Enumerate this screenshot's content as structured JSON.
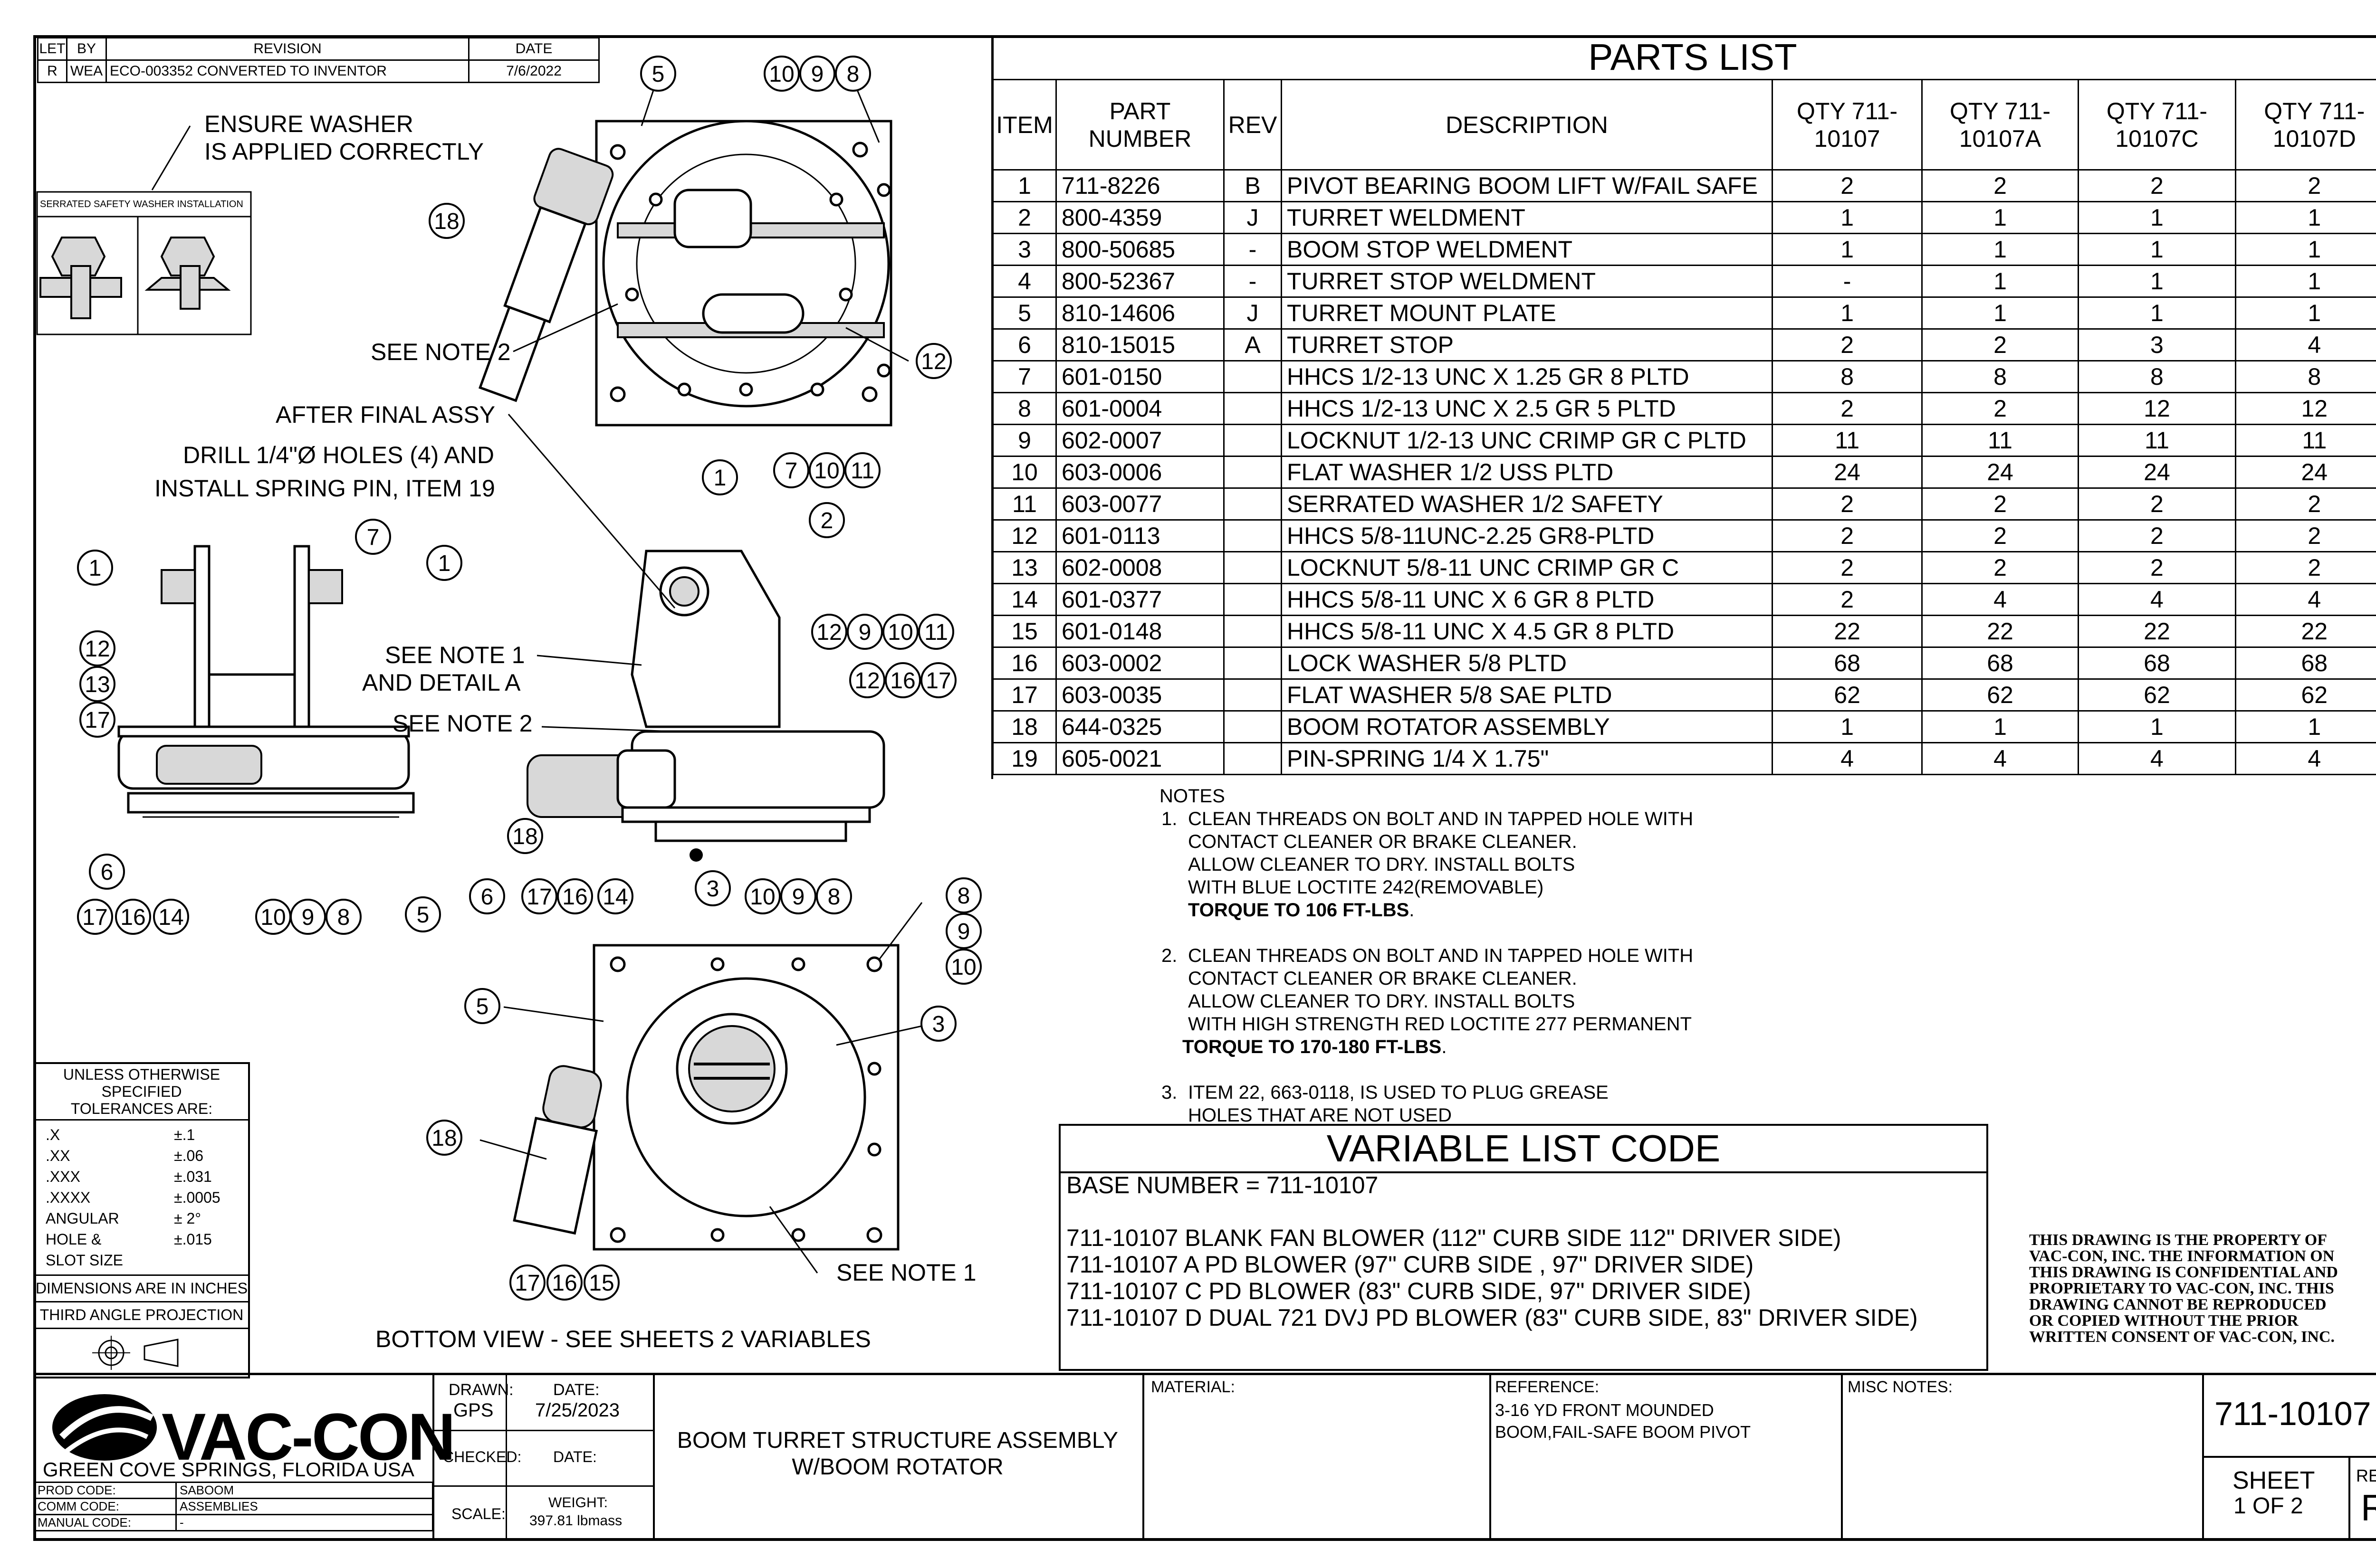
{
  "revision_block": {
    "headers": [
      "LET",
      "BY",
      "REVISION",
      "DATE"
    ],
    "rows": [
      [
        "R",
        "WEA",
        "ECO-003352 CONVERTED TO INVENTOR",
        "7/6/2022"
      ]
    ]
  },
  "parts_list": {
    "title": "PARTS LIST",
    "headers": [
      "ITEM",
      "PART NUMBER",
      "REV",
      "DESCRIPTION",
      "QTY 711-10107",
      "QTY 711-10107A",
      "QTY 711-10107C",
      "QTY 711-10107D"
    ],
    "rows": [
      [
        "1",
        "711-8226",
        "B",
        "PIVOT BEARING BOOM LIFT W/FAIL SAFE",
        "2",
        "2",
        "2",
        "2"
      ],
      [
        "2",
        "800-4359",
        "J",
        "TURRET WELDMENT",
        "1",
        "1",
        "1",
        "1"
      ],
      [
        "3",
        "800-50685",
        "-",
        "BOOM STOP WELDMENT",
        "1",
        "1",
        "1",
        "1"
      ],
      [
        "4",
        "800-52367",
        "-",
        "TURRET STOP WELDMENT",
        "-",
        "1",
        "1",
        "1"
      ],
      [
        "5",
        "810-14606",
        "J",
        "TURRET MOUNT PLATE",
        "1",
        "1",
        "1",
        "1"
      ],
      [
        "6",
        "810-15015",
        "A",
        "TURRET STOP",
        "2",
        "2",
        "3",
        "4"
      ],
      [
        "7",
        "601-0150",
        "",
        "HHCS 1/2-13 UNC X 1.25 GR 8 PLTD",
        "8",
        "8",
        "8",
        "8"
      ],
      [
        "8",
        "601-0004",
        "",
        "HHCS 1/2-13 UNC X 2.5 GR 5 PLTD",
        "2",
        "2",
        "12",
        "12"
      ],
      [
        "9",
        "602-0007",
        "",
        "LOCKNUT 1/2-13 UNC CRIMP GR C PLTD",
        "11",
        "11",
        "11",
        "11"
      ],
      [
        "10",
        "603-0006",
        "",
        "FLAT WASHER 1/2 USS PLTD",
        "24",
        "24",
        "24",
        "24"
      ],
      [
        "11",
        "603-0077",
        "",
        "SERRATED WASHER 1/2 SAFETY",
        "2",
        "2",
        "2",
        "2"
      ],
      [
        "12",
        "601-0113",
        "",
        "HHCS 5/8-11UNC-2.25 GR8-PLTD",
        "2",
        "2",
        "2",
        "2"
      ],
      [
        "13",
        "602-0008",
        "",
        "LOCKNUT 5/8-11 UNC CRIMP GR C",
        "2",
        "2",
        "2",
        "2"
      ],
      [
        "14",
        "601-0377",
        "",
        "HHCS 5/8-11 UNC X 6 GR 8 PLTD",
        "2",
        "4",
        "4",
        "4"
      ],
      [
        "15",
        "601-0148",
        "",
        "HHCS 5/8-11 UNC X 4.5 GR 8 PLTD",
        "22",
        "22",
        "22",
        "22"
      ],
      [
        "16",
        "603-0002",
        "",
        "LOCK WASHER 5/8 PLTD",
        "68",
        "68",
        "68",
        "68"
      ],
      [
        "17",
        "603-0035",
        "",
        "FLAT WASHER 5/8 SAE PLTD",
        "62",
        "62",
        "62",
        "62"
      ],
      [
        "18",
        "644-0325",
        "",
        "BOOM ROTATOR ASSEMBLY",
        "1",
        "1",
        "1",
        "1"
      ],
      [
        "19",
        "605-0021",
        "",
        "PIN-SPRING 1/4 X 1.75\"",
        "4",
        "4",
        "4",
        "4"
      ]
    ]
  },
  "notes": {
    "heading": "NOTES",
    "items": [
      {
        "num": "1.",
        "lines": [
          "CLEAN THREADS ON BOLT AND IN TAPPED HOLE WITH",
          "CONTACT CLEANER OR BRAKE CLEANER.",
          "ALLOW CLEANER TO DRY.  INSTALL BOLTS",
          "WITH BLUE LOCTITE 242(REMOVABLE)"
        ],
        "bold": "TORQUE TO 106 FT-LBS",
        "end": "."
      },
      {
        "num": "2.",
        "lines": [
          "CLEAN THREADS ON BOLT AND IN TAPPED HOLE WITH",
          "CONTACT CLEANER OR BRAKE CLEANER.",
          "ALLOW CLEANER TO DRY.  INSTALL BOLTS",
          "WITH HIGH STRENGTH RED LOCTITE 277 PERMANENT"
        ],
        "bold": "TORQUE TO 170-180 FT-LBS",
        "end": "."
      },
      {
        "num": "3.",
        "lines": [
          "ITEM 22, 663-0118, IS USED TO PLUG GREASE",
          "HOLES THAT ARE NOT USED"
        ],
        "bold": "",
        "end": ""
      }
    ]
  },
  "variable_list": {
    "title": "VARIABLE LIST CODE",
    "base": "BASE NUMBER = 711-10107",
    "lines": [
      "711-10107 BLANK FAN BLOWER (112\" CURB SIDE 112\" DRIVER SIDE)",
      "711-10107 A PD BLOWER (97\" CURB SIDE , 97\" DRIVER SIDE)",
      "711-10107 C PD BLOWER (83\" CURB SIDE, 97\" DRIVER SIDE)",
      "711-10107 D DUAL 721 DVJ PD BLOWER (83\" CURB SIDE, 83\" DRIVER SIDE)"
    ]
  },
  "proprietary": [
    "THIS DRAWING IS THE PROPERTY OF",
    "VAC-CON, INC.  THE INFORMATION ON",
    "THIS DRAWING IS CONFIDENTIAL AND",
    "PROPRIETARY TO VAC-CON, INC.  THIS",
    "DRAWING CANNOT BE REPRODUCED",
    "OR COPIED WITHOUT THE PRIOR",
    "WRITTEN CONSENT OF VAC-CON, INC."
  ],
  "labels": {
    "ensure_washer": [
      "ENSURE WASHER",
      "IS APPLIED CORRECTLY"
    ],
    "serrated_detail": "SERRATED SAFETY WASHER INSTALLATION",
    "see_note_2_a": "SEE NOTE 2",
    "after_final": [
      "AFTER FINAL ASSY",
      "DRILL 1/4\"Ø HOLES (4) AND",
      "INSTALL SPRING PIN, ITEM 19"
    ],
    "see_note_1_detail": [
      "SEE NOTE 1",
      "AND DETAIL A"
    ],
    "see_note_2_b": "SEE NOTE 2",
    "see_note_1": "SEE NOTE 1",
    "bottom_view": "BOTTOM VIEW - SEE SHEETS 2 VARIABLES"
  },
  "tolerances": {
    "header": [
      "UNLESS OTHERWISE SPECIFIED",
      "TOLERANCES ARE:"
    ],
    "rows": [
      [
        ".X",
        "±.1"
      ],
      [
        ".XX",
        "±.06"
      ],
      [
        ".XXX",
        "±.031"
      ],
      [
        ".XXXX",
        "±.0005"
      ],
      [
        "ANGULAR",
        "± 2°"
      ],
      [
        "HOLE &",
        "±.015"
      ],
      [
        "SLOT SIZE",
        ""
      ]
    ],
    "dims": "DIMENSIONS ARE IN INCHES",
    "projection": "THIRD ANGLE PROJECTION"
  },
  "title_block": {
    "company": "VAC-CON",
    "location": "GREEN COVE SPRINGS, FLORIDA USA",
    "prod_code_label": "PROD CODE:",
    "prod_code": "SABOOM",
    "comm_code_label": "COMM CODE:",
    "comm_code": "ASSEMBLIES",
    "manual_code_label": "MANUAL CODE:",
    "manual_code": "-",
    "drawn_label": "DRAWN:",
    "drawn": "GPS",
    "date_label": "DATE:",
    "date": "7/25/2023",
    "checked_label": "CHECKED:",
    "checked_date_label": "DATE:",
    "scale_label": "SCALE:",
    "weight_label": "WEIGHT:",
    "weight": "397.81 lbmass",
    "title": [
      "BOOM TURRET STRUCTURE ASSEMBLY",
      "W/BOOM ROTATOR"
    ],
    "material_label": "MATERIAL:",
    "reference_label": "REFERENCE:",
    "reference": [
      "3-16 YD FRONT MOUNDED",
      "BOOM,FAIL-SAFE BOOM PIVOT"
    ],
    "misc_label": "MISC NOTES:",
    "drawing_number": "711-10107",
    "sheet_label": "SHEET",
    "sheet": "1  OF 2",
    "rev_label": "REV",
    "rev": "R"
  },
  "balloons": {
    "top": [
      "5",
      "10",
      "9",
      "8",
      "18",
      "12"
    ],
    "side": [
      "1",
      "7",
      "1",
      "12",
      "13",
      "17",
      "6",
      "17",
      "16",
      "14",
      "10",
      "9",
      "8",
      "5"
    ],
    "front": [
      "1",
      "7",
      "10",
      "11",
      "2",
      "12",
      "9",
      "10",
      "11",
      "12",
      "16",
      "17",
      "18",
      "6",
      "17",
      "16",
      "14",
      "3",
      "10",
      "9",
      "8"
    ],
    "bottom": [
      "8",
      "9",
      "10",
      "3",
      "5",
      "18",
      "17",
      "16",
      "15"
    ]
  }
}
